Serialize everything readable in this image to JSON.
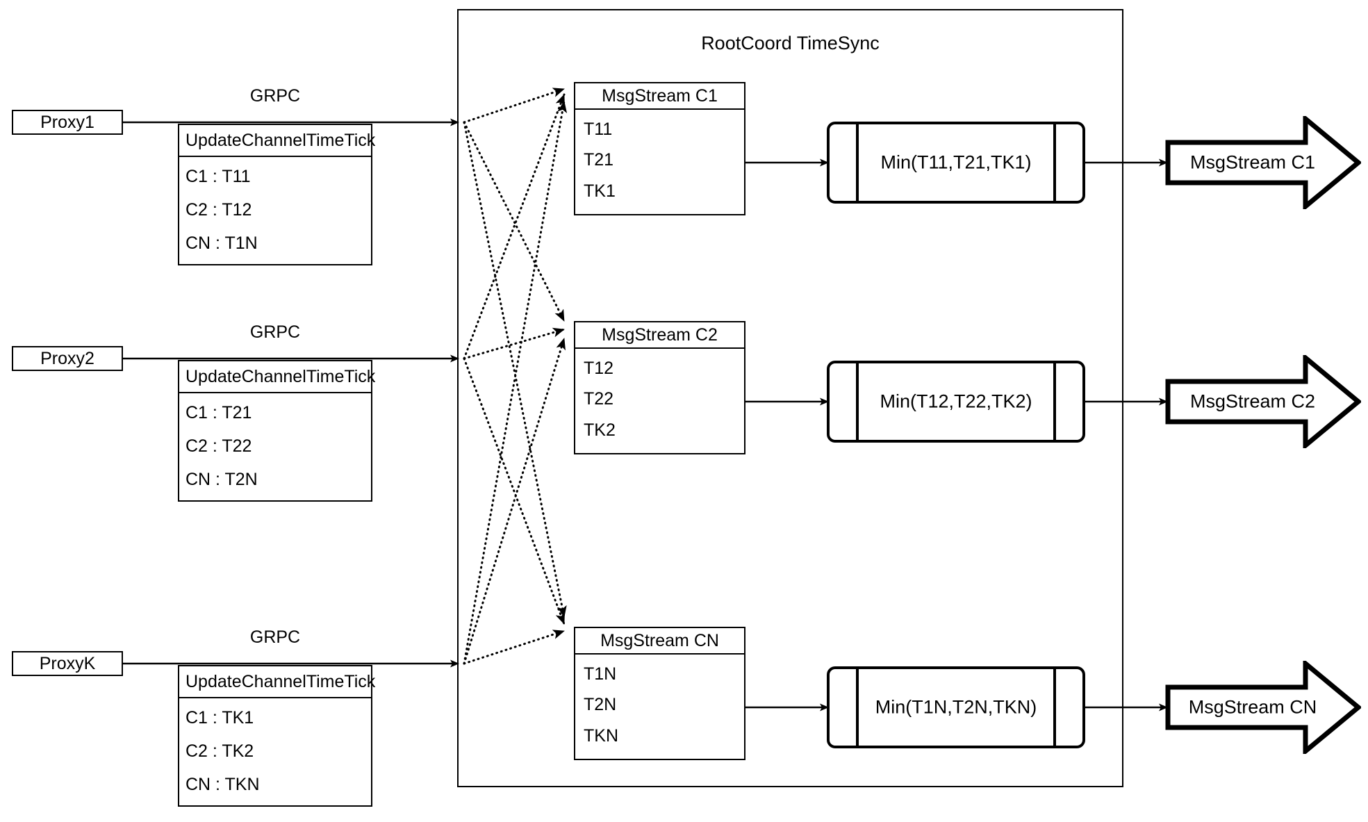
{
  "diagram": {
    "container": {
      "title": "RootCoord TimeSync"
    },
    "edge_labels": {
      "grpc_1": "GRPC",
      "grpc_2": "GRPC",
      "grpc_k": "GRPC"
    },
    "proxies": [
      {
        "name": "Proxy1",
        "request": {
          "title": "UpdateChannelTimeTick",
          "rows": [
            "C1 :  T11",
            "C2 :  T12",
            "CN : T1N"
          ]
        }
      },
      {
        "name": "Proxy2",
        "request": {
          "title": "UpdateChannelTimeTick",
          "rows": [
            "C1 :  T21",
            "C2 :  T22",
            "CN : T2N"
          ]
        }
      },
      {
        "name": "ProxyK",
        "request": {
          "title": "UpdateChannelTimeTick",
          "rows": [
            "C1 :  TK1",
            "C2 :  TK2",
            "CN : TKN"
          ]
        }
      }
    ],
    "channels": [
      {
        "msgstream": {
          "title": "MsgStream C1",
          "rows": [
            "T11",
            "T21",
            "TK1"
          ]
        },
        "process": "Min(T11,T21,TK1)",
        "output": "MsgStream C1"
      },
      {
        "msgstream": {
          "title": "MsgStream C2",
          "rows": [
            "T12",
            "T22",
            "TK2"
          ]
        },
        "process": "Min(T12,T22,TK2)",
        "output": "MsgStream C2"
      },
      {
        "msgstream": {
          "title": "MsgStream CN",
          "rows": [
            "T1N",
            "T2N",
            "TKN"
          ]
        },
        "process": "Min(T1N,T2N,TKN)",
        "output": "MsgStream CN"
      }
    ],
    "colors": {
      "stroke": "#000000",
      "background": "#ffffff"
    }
  }
}
